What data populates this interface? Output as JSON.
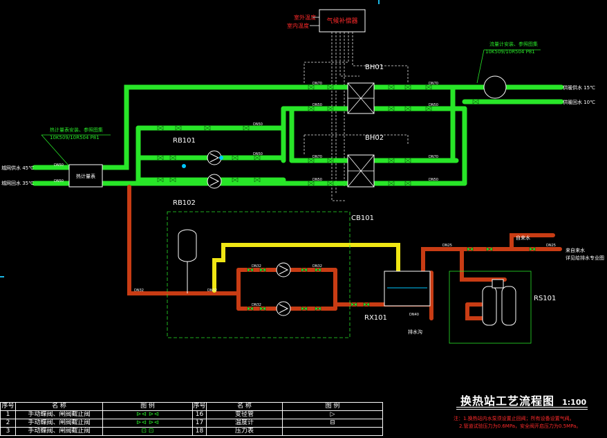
{
  "diagram": {
    "control_box": {
      "title": "气候补偿器",
      "outdoor_temp": "室外温度",
      "indoor_temp": "室内温度"
    },
    "top_right_note": {
      "line1": "流量计安装、参照图集",
      "line2": "10K509/10R504 P81"
    },
    "left_note": {
      "line1": "热计量表安装、参照图集",
      "line2": "10K509/10R504 P81"
    },
    "heat_meter_label": "热计量表",
    "left_supply": "城网供水 45℃",
    "left_return": "城网回水 35℃",
    "right_supply": "供暖供水 15℃",
    "right_return": "供暖回水 10℃",
    "he1": "BH01",
    "he2": "BH02",
    "rb1": "RB101",
    "rb2": "RB102",
    "cb101": "CB101",
    "rx101": "RX101",
    "rs101": "RS101",
    "water_tank_label": "排水沟",
    "make_up_label": "自来水",
    "make_up_note_1": "来自来水",
    "make_up_note_2": "详见给排水专业图",
    "dn_labels": [
      "DN50",
      "DN50",
      "DN70",
      "DN70",
      "DN50",
      "DN50",
      "DN70",
      "DN70",
      "DN50",
      "DN50",
      "DN50",
      "DN50",
      "DN32",
      "DN32",
      "DN32",
      "DN32",
      "DN32",
      "DN25",
      "DN25",
      "DN40"
    ]
  },
  "title": {
    "main": "换热站工艺流程图",
    "scale": "1:100"
  },
  "notes": [
    "注：1.换热站内水泵须设置止回阀；所有设备设置气阀。",
    "2.管道试验压力为0.6MPa，安全阀开启压力为0.5MPa。"
  ],
  "legend_table": {
    "headers": [
      "序号",
      "名    称",
      "图    例",
      "序号",
      "名    称",
      "图    例"
    ],
    "rows": [
      [
        "1",
        "手动蝶阀、闸阀截止阀",
        "⊳⊲   ⊳⊲",
        "16",
        "变径管",
        "▷"
      ],
      [
        "2",
        "手动蝶阀、闸阀截止阀",
        "⊳⊲   ⊳⊲",
        "17",
        "温度计",
        "⊟"
      ],
      [
        "3",
        "手动蝶阀、闸阀截止阀",
        "⊡    ⊡",
        "18",
        "压力表",
        ""
      ]
    ]
  },
  "colors": {
    "supply": "#28e628",
    "return_red": "#c83c14",
    "yellow": "#f0e614",
    "cyan": "#00c8ff",
    "white": "#ffffff",
    "dash": "#e6e6e6",
    "green_line": "#28e628"
  }
}
